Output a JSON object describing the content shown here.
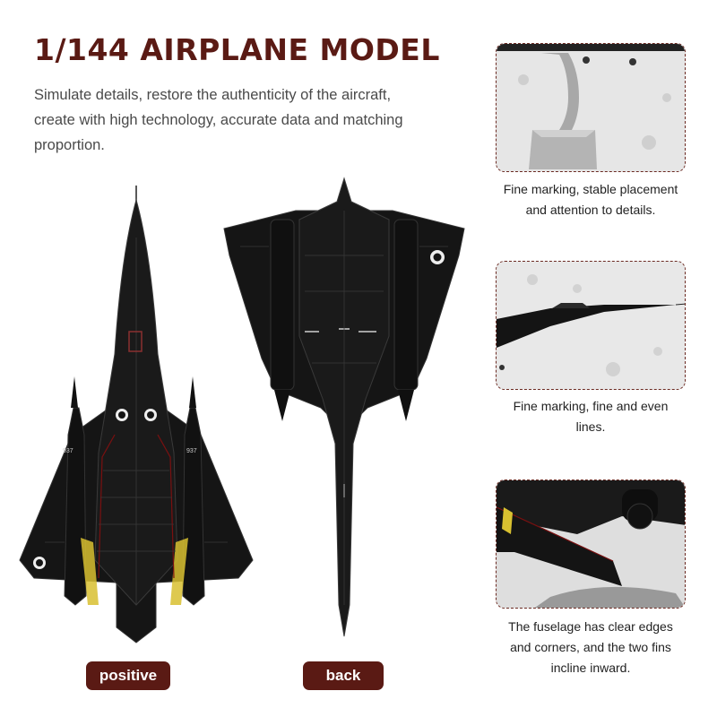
{
  "title": "1/144 AIRPLANE MODEL",
  "description": [
    "Simulate details, restore the authenticity of the aircraft,",
    "create with high technology, accurate data and matching",
    "proportion."
  ],
  "views": {
    "positive_label": "positive",
    "back_label": "back"
  },
  "aircraft_markings": {
    "tail_number": "937"
  },
  "details": [
    {
      "lines": [
        "Fine marking, stable placement",
        "and attention to details."
      ]
    },
    {
      "lines": [
        "Fine marking, fine and even",
        "lines."
      ]
    },
    {
      "lines": [
        "The fuselage has clear edges",
        "and corners, and the two fins",
        "incline inward."
      ]
    }
  ],
  "colors": {
    "accent": "#5a1a14",
    "frame_border": "#6b2a22",
    "aircraft": "#151515",
    "panel_lines": "#3a3a3a",
    "red_stripe": "#7a1010",
    "yellow_trim": "#d8c030"
  }
}
